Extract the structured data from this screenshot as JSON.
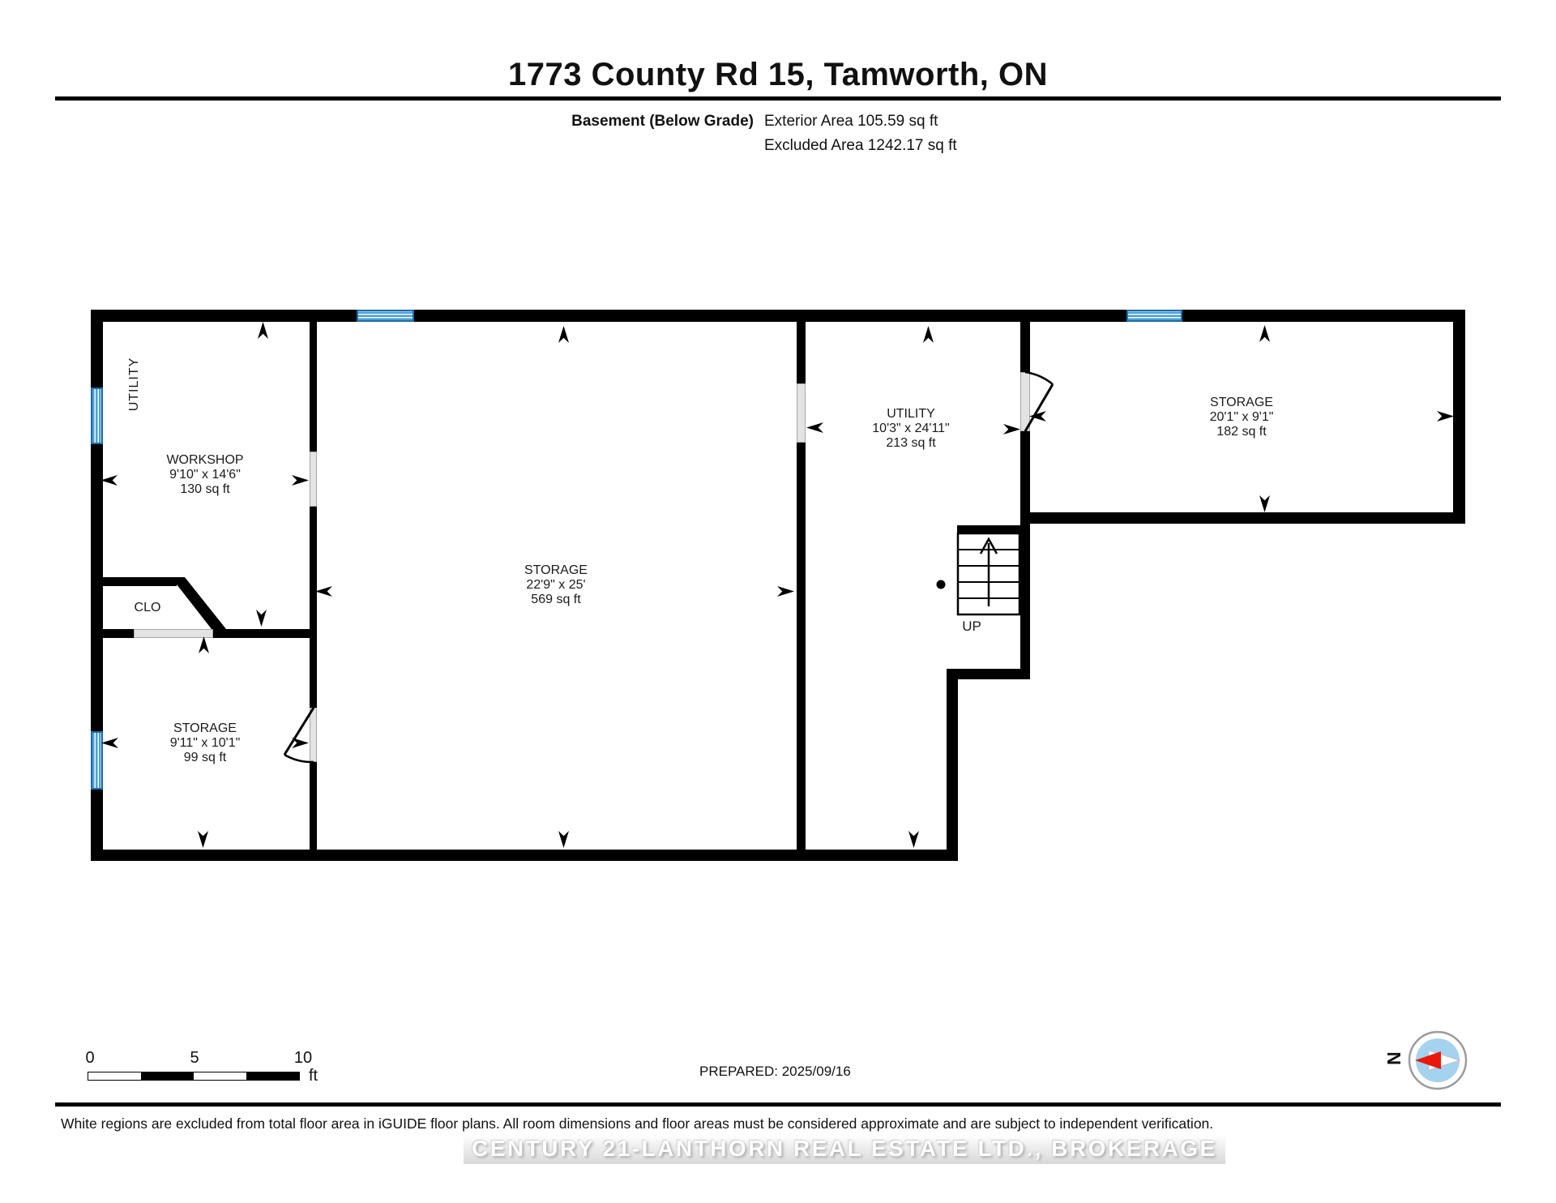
{
  "header": {
    "title": "1773 County Rd 15, Tamworth, ON",
    "floor_label": "Basement (Below Grade)",
    "exterior_area": "Exterior Area 105.59 sq ft",
    "excluded_area": "Excluded Area 1242.17 sq ft"
  },
  "rooms": {
    "utility_nook": {
      "name": "UTILITY"
    },
    "workshop": {
      "name": "WORKSHOP",
      "dims": "9'10\" x 14'6\"",
      "area": "130 sq ft"
    },
    "closet": {
      "name": "CLO"
    },
    "storage_small": {
      "name": "STORAGE",
      "dims": "9'11\" x 10'1\"",
      "area": "99 sq ft"
    },
    "storage_main": {
      "name": "STORAGE",
      "dims": "22'9\" x 25'",
      "area": "569 sq ft"
    },
    "utility_main": {
      "name": "UTILITY",
      "dims": "10'3\" x 24'11\"",
      "area": "213 sq ft"
    },
    "storage_right": {
      "name": "STORAGE",
      "dims": "20'1\" x 9'1\"",
      "area": "182 sq ft"
    }
  },
  "stairs": {
    "direction_label": "UP"
  },
  "scale_bar": {
    "tick_0": "0",
    "tick_5": "5",
    "tick_10": "10",
    "unit": "ft"
  },
  "prepared_label": "PREPARED: 2025/09/16",
  "compass": {
    "north_label": "N"
  },
  "footer": {
    "disclaimer": "White regions are excluded from total floor area in iGUIDE floor plans. All room dimensions and floor areas must be considered approximate and are subject to independent verification.",
    "watermark": "CENTURY 21-LANTHORN REAL ESTATE LTD., BROKERAGE"
  },
  "icons": {
    "direction_arrow": "black-arrowhead",
    "compass": "circle-with-red-white-needle",
    "stairs_up_arrow": "thin-up-arrow"
  },
  "colors": {
    "wall": "#000000",
    "window_fill": "#4a9fd4",
    "window_border": "#1d6ca6",
    "door_opening": "#e3e3e3",
    "compass_inner": "#a5d2ee",
    "compass_needle_red": "#e8190c"
  }
}
